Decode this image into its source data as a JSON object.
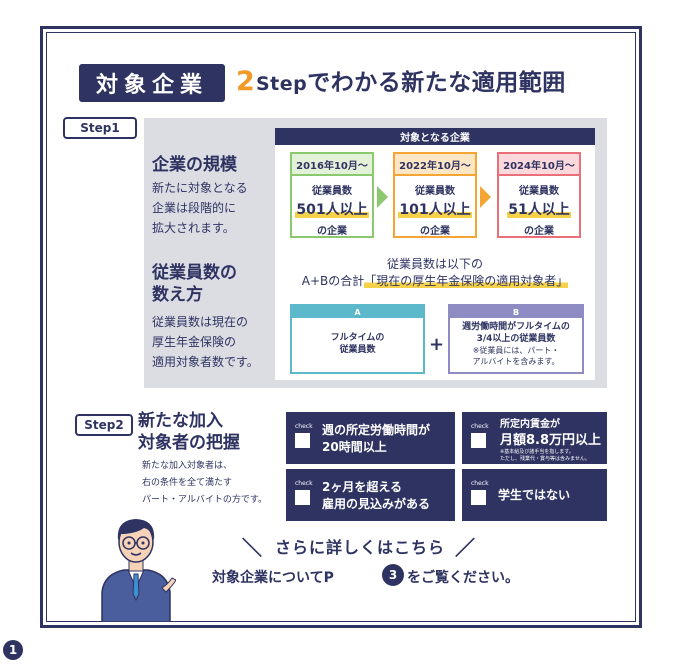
{
  "header": {
    "badge": "対象企業",
    "step_number": "2",
    "step_word": "Step",
    "title_rest": "でわかる新たな適用範囲"
  },
  "step1": {
    "label": "Step1",
    "heading_scale": "企業の規模",
    "body_scale": [
      "新たに対象となる",
      "企業は段階的に",
      "拡大されます。"
    ],
    "heading_count": [
      "従業員数の",
      "数え方"
    ],
    "body_count": [
      "従業員数は現在の",
      "厚生年金保険の",
      "適用対象者数です。"
    ],
    "card_title": "対象となる企業",
    "phases": [
      {
        "date": "2016年10月〜",
        "line1": "従業員数",
        "line2": "501人以上",
        "line3": "の企業",
        "color": "#8cc86d",
        "head_bg": "#e4f1d9"
      },
      {
        "date": "2022年10月〜",
        "line1": "従業員数",
        "line2": "101人以上",
        "line3": "の企業",
        "color": "#f4a534",
        "head_bg": "#fde6c4"
      },
      {
        "date": "2024年10月〜",
        "line1": "従業員数",
        "line2": "51人以上",
        "line3": "の企業",
        "color": "#ea6f79",
        "head_bg": "#fbd8db"
      }
    ],
    "count_intro_1": "従業員数は以下の",
    "count_intro_2a": "A+Bの合計",
    "count_intro_2b": "「現在の厚生年金保険の適用対象者」",
    "box_a": {
      "tag": "A",
      "line1": "フルタイムの",
      "line2": "従業員数",
      "color": "#5cb8cb"
    },
    "plus": "+",
    "box_b": {
      "tag": "B",
      "line1": "週労働時間がフルタイムの",
      "line2": "3/4以上の従業員数",
      "note1": "※従業員には、パート・",
      "note2": "アルバイトを含みます。",
      "color": "#8e8cc2"
    }
  },
  "step2": {
    "label": "Step2",
    "heading": [
      "新たな加入",
      "対象者の把握"
    ],
    "body": [
      "新たな加入対象者は、",
      "右の条件を全て満たす",
      "パート・アルバイトの方です。"
    ],
    "check_label": "check",
    "conditions": [
      {
        "line1": "週の所定労働時間が",
        "line2": "20時間以上"
      },
      {
        "line1": "所定内賃金が",
        "line2": "月額8.8万円以上",
        "note1": "※基本給及び諸手当を指します。",
        "note2": "ただし、残業代・賞与等は含みません。"
      },
      {
        "line1": "2ヶ月を超える",
        "line2": "雇用の見込みがある"
      },
      {
        "line1": "学生ではない"
      }
    ]
  },
  "link": {
    "slash_left": "＼",
    "title": "さらに詳しくはこちら",
    "slash_right": "／",
    "sub_a": "対象企業についてP",
    "page_ref": "3",
    "sub_b": "をご覧ください。"
  },
  "page_number": "1",
  "colors": {
    "navy": "#2e3361",
    "orange": "#f29a28",
    "yellow": "#f6d24a",
    "panel_gray": "#dcdde3"
  }
}
